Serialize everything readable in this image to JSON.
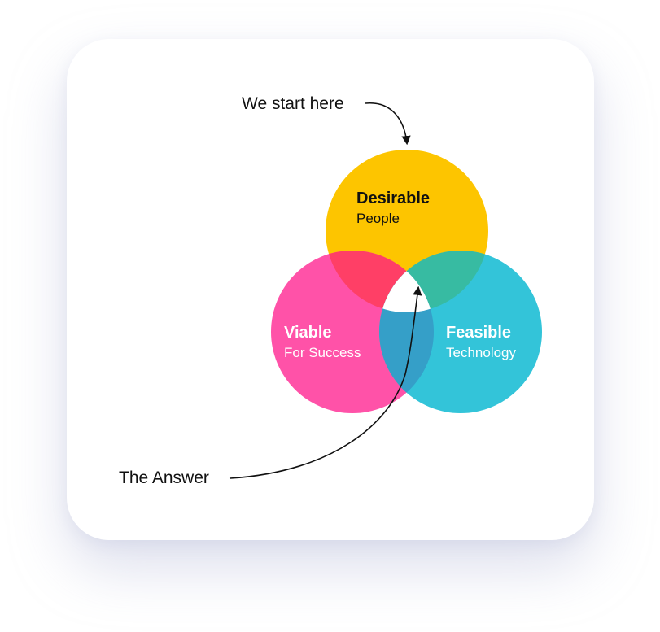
{
  "annotations": {
    "top": "We start here",
    "bottom": "The Answer"
  },
  "circles": {
    "desirable": {
      "title": "Desirable",
      "subtitle": "People",
      "color": "#FDC500"
    },
    "viable": {
      "title": "Viable",
      "subtitle": "For Success",
      "color": "#FF52A8"
    },
    "feasible": {
      "title": "Feasible",
      "subtitle": "Technology",
      "color": "#33C4D9"
    }
  },
  "overlap_colors": {
    "desirable_viable": "#FF3F66",
    "desirable_feasible": "#37BBA2",
    "viable_feasible": "#359FC8",
    "center": "#FFFFFF"
  },
  "text_colors": {
    "dark": "#111111",
    "light": "#FFFFFF"
  }
}
